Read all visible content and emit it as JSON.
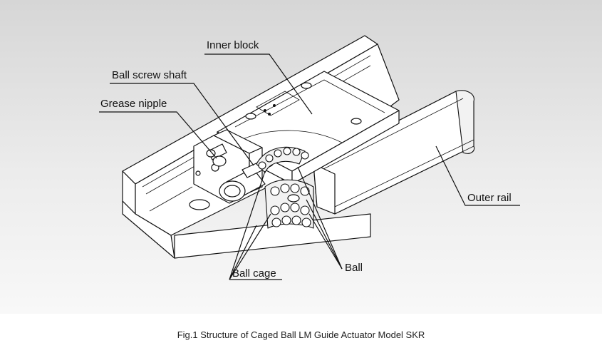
{
  "labels": {
    "inner_block": "Inner block",
    "ball_screw_shaft": "Ball screw shaft",
    "grease_nipple": "Grease nipple",
    "outer_rail": "Outer rail",
    "ball": "Ball",
    "ball_cage": "Ball cage"
  },
  "caption": "Fig.1 Structure of Caged Ball LM Guide Actuator Model SKR",
  "colors": {
    "background_top": "#d6d6d6",
    "background_bottom": "#f8f8f8",
    "line": "#111111",
    "part_fill": "#ffffff"
  }
}
